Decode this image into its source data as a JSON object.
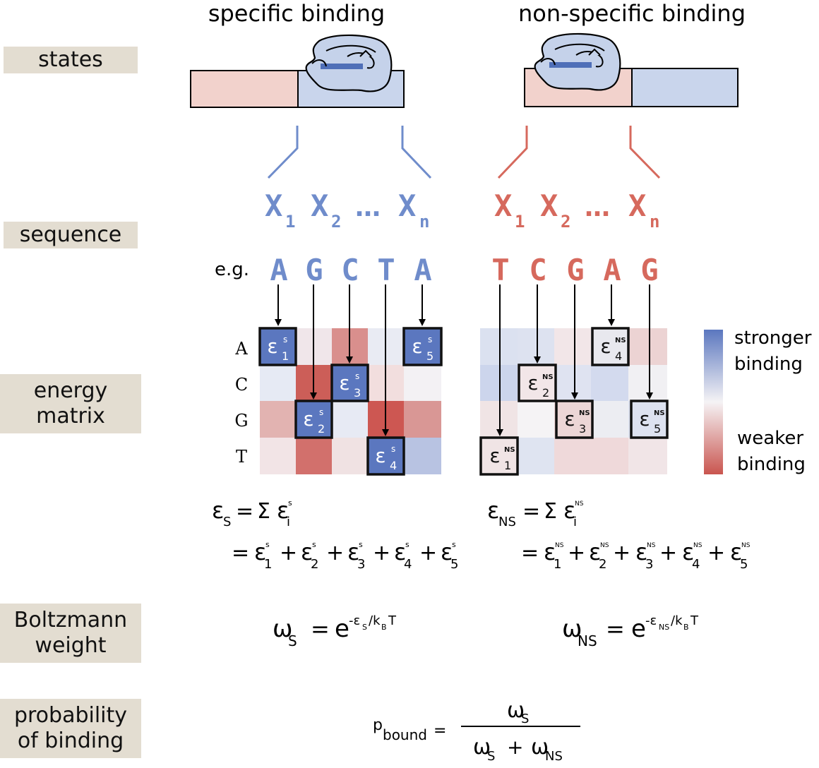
{
  "headers": {
    "specific": "specific binding",
    "nonspecific": "non-specific binding"
  },
  "side_labels": {
    "states": "states",
    "sequence": "sequence",
    "energy_matrix": "energy matrix",
    "boltzmann_weight": "Boltzmann weight",
    "probability": "probability of binding"
  },
  "sequence": {
    "x": "X",
    "dots": "…",
    "sub1": "1",
    "sub2": "2",
    "subn": "n",
    "eg": "e.g."
  },
  "bases_specific": [
    "A",
    "G",
    "C",
    "T",
    "A"
  ],
  "bases_nonspecific": [
    "T",
    "C",
    "G",
    "A",
    "G"
  ],
  "matrix_rows": [
    "A",
    "C",
    "G",
    "T"
  ],
  "colorbar": {
    "top": "stronger binding",
    "bottom": "weaker binding",
    "top_color": "#5b77bf",
    "bottom_color": "#c9554f"
  },
  "epsilon": {
    "symbol": "ε",
    "s_sup": "s",
    "ns_sup": "NS",
    "S": "S",
    "NS": "NS",
    "i": "i"
  },
  "equations": {
    "sigma": "Σ",
    "equals": "=",
    "plus": "+"
  },
  "boltzmann": {
    "omega": "ω",
    "e": "e",
    "exp_specific": "-εS/kBT",
    "exp_nonspecific": "-εNS/kBT"
  },
  "probability": {
    "p": "p",
    "bound": "bound",
    "equals": "="
  },
  "colors": {
    "blue": "#6f8ccb",
    "red": "#d6695d",
    "pink_dna": "#f2d2cc",
    "blue_dna": "#c9d5ec",
    "protein": "#c5d2ea"
  }
}
